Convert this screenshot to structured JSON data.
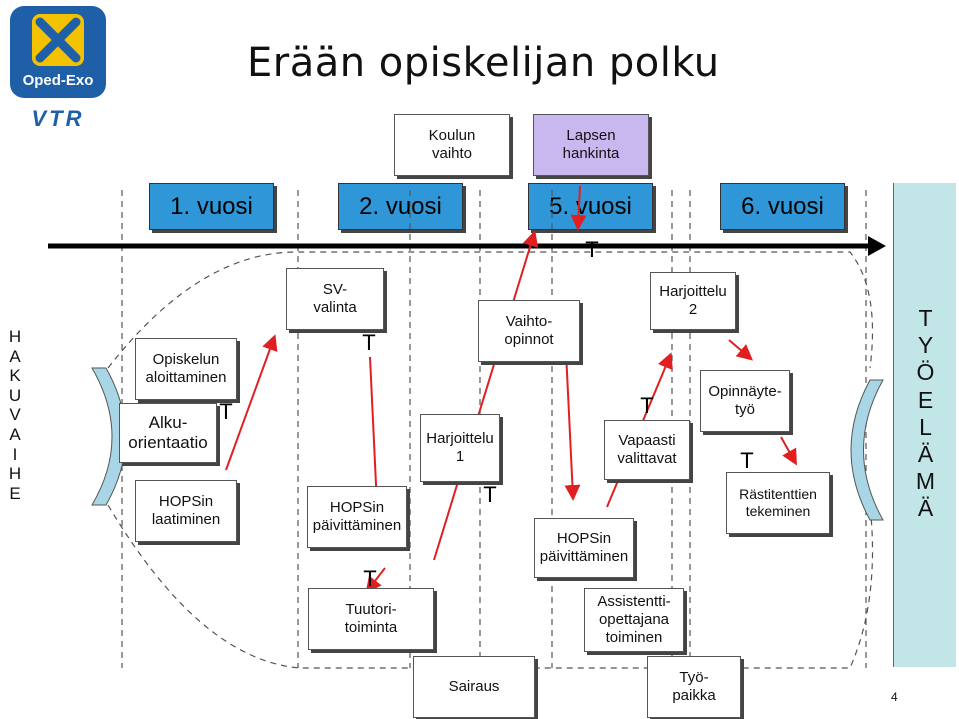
{
  "title": "Erään opiskelijan polku",
  "logo": {
    "text": "Oped-Exo",
    "subtext": "VTR"
  },
  "years": [
    "1. vuosi",
    "2. vuosi",
    "5. vuosi",
    "6. vuosi"
  ],
  "top_boxes": {
    "koulun_vaihto": "Koulun\nvaihto",
    "lapsen_hankinta": "Lapsen\nhankinta"
  },
  "left_label": "H\nA\nK\nU\nV\nA\nI\nH\nE",
  "right_label": "T\nY\nÖ\nE\nL\nÄ\nM\nÄ",
  "steps": {
    "opiskelun_aloittaminen": "Opiskelun\naloittaminen",
    "alkuorientaatio": "Alku-\norientaatio",
    "hopsin_laatiminen": "HOPSin\nlaatiminen",
    "sv_valinta": "SV-\nvalinta",
    "hopsin_paivittaminen_1": "HOPSin\npäivittäminen",
    "tuutoritoiminta": "Tuutori-\ntoiminta",
    "harjoittelu_1": "Harjoittelu\n1",
    "vaihto_opinnot": "Vaihto-\nopinnot",
    "hopsin_paivittaminen_2": "HOPSin\npäivittäminen",
    "vapaasti_valittavat": "Vapaasti\nvalittavat",
    "harjoittelu_2": "Harjoittelu\n2",
    "assistentti_opettajana": "Assistentti-\nopettajana\ntoiminen",
    "opinnaytetyo": "Opinnäyte-\ntyö",
    "rastitenttien_tekeminen": "Rästitenttien\ntekeminen",
    "sairaus": "Sairaus",
    "tyopaikka": "Työ-\npaikka"
  },
  "t_mark": "T",
  "page_number": "4",
  "colors": {
    "year_bar": "#2f97d8",
    "lapsen_hankinta": "#c9b8ef",
    "arrow": "#e02020",
    "right_band": "#c2e6e8",
    "side_arc": "#a8d6e6"
  }
}
